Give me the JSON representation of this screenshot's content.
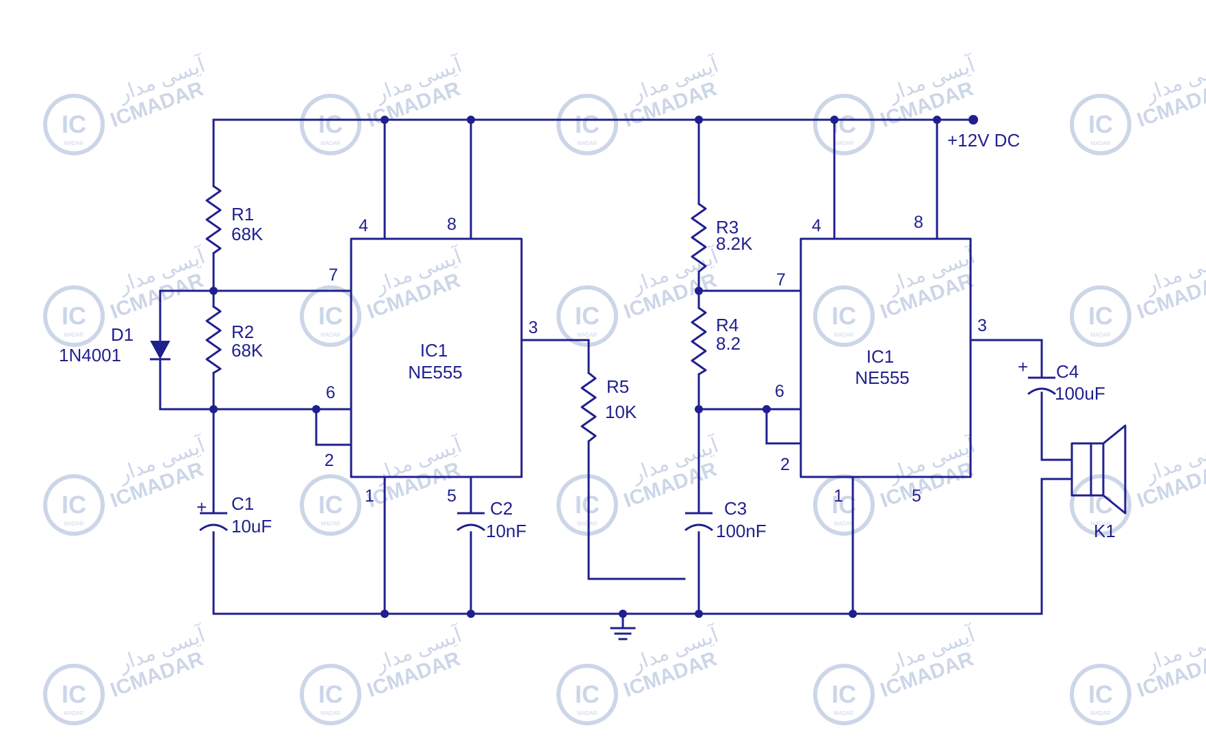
{
  "colors": {
    "ink": "#1f1f8e",
    "watermark": "#c4cfe4",
    "background": "#ffffff"
  },
  "supply": {
    "label": "+12V DC"
  },
  "ground": {
    "icon": "ground-icon"
  },
  "ic1": {
    "name": "IC1",
    "part": "NE555",
    "pins": {
      "p4": "4",
      "p8": "8",
      "p7": "7",
      "p6": "6",
      "p2": "2",
      "p3": "3",
      "p1": "1",
      "p5": "5"
    }
  },
  "ic2": {
    "name": "IC1",
    "part": "NE555",
    "pins": {
      "p4": "4",
      "p8": "8",
      "p7": "7",
      "p6": "6",
      "p2": "2",
      "p3": "3",
      "p1": "1",
      "p5": "5"
    }
  },
  "components": {
    "r1": {
      "ref": "R1",
      "value": "68K"
    },
    "r2": {
      "ref": "R2",
      "value": "68K"
    },
    "d1": {
      "ref": "D1",
      "value": "1N4001"
    },
    "c1": {
      "ref": "C1",
      "value": "10uF",
      "polarity": "+"
    },
    "c2": {
      "ref": "C2",
      "value": "10nF"
    },
    "r5": {
      "ref": "R5",
      "value": "10K"
    },
    "r3": {
      "ref": "R3",
      "value": "8.2K"
    },
    "r4": {
      "ref": "R4",
      "value": "8.2"
    },
    "c3": {
      "ref": "C3",
      "value": "100nF"
    },
    "c4": {
      "ref": "C4",
      "value": "100uF",
      "polarity": "+"
    },
    "k1": {
      "ref": "K1",
      "icon": "speaker-icon"
    }
  },
  "watermark": {
    "brand": "ICMADAR",
    "persian": "آیسی مدار",
    "logo": "IC",
    "logo_sub": "MADAR"
  }
}
